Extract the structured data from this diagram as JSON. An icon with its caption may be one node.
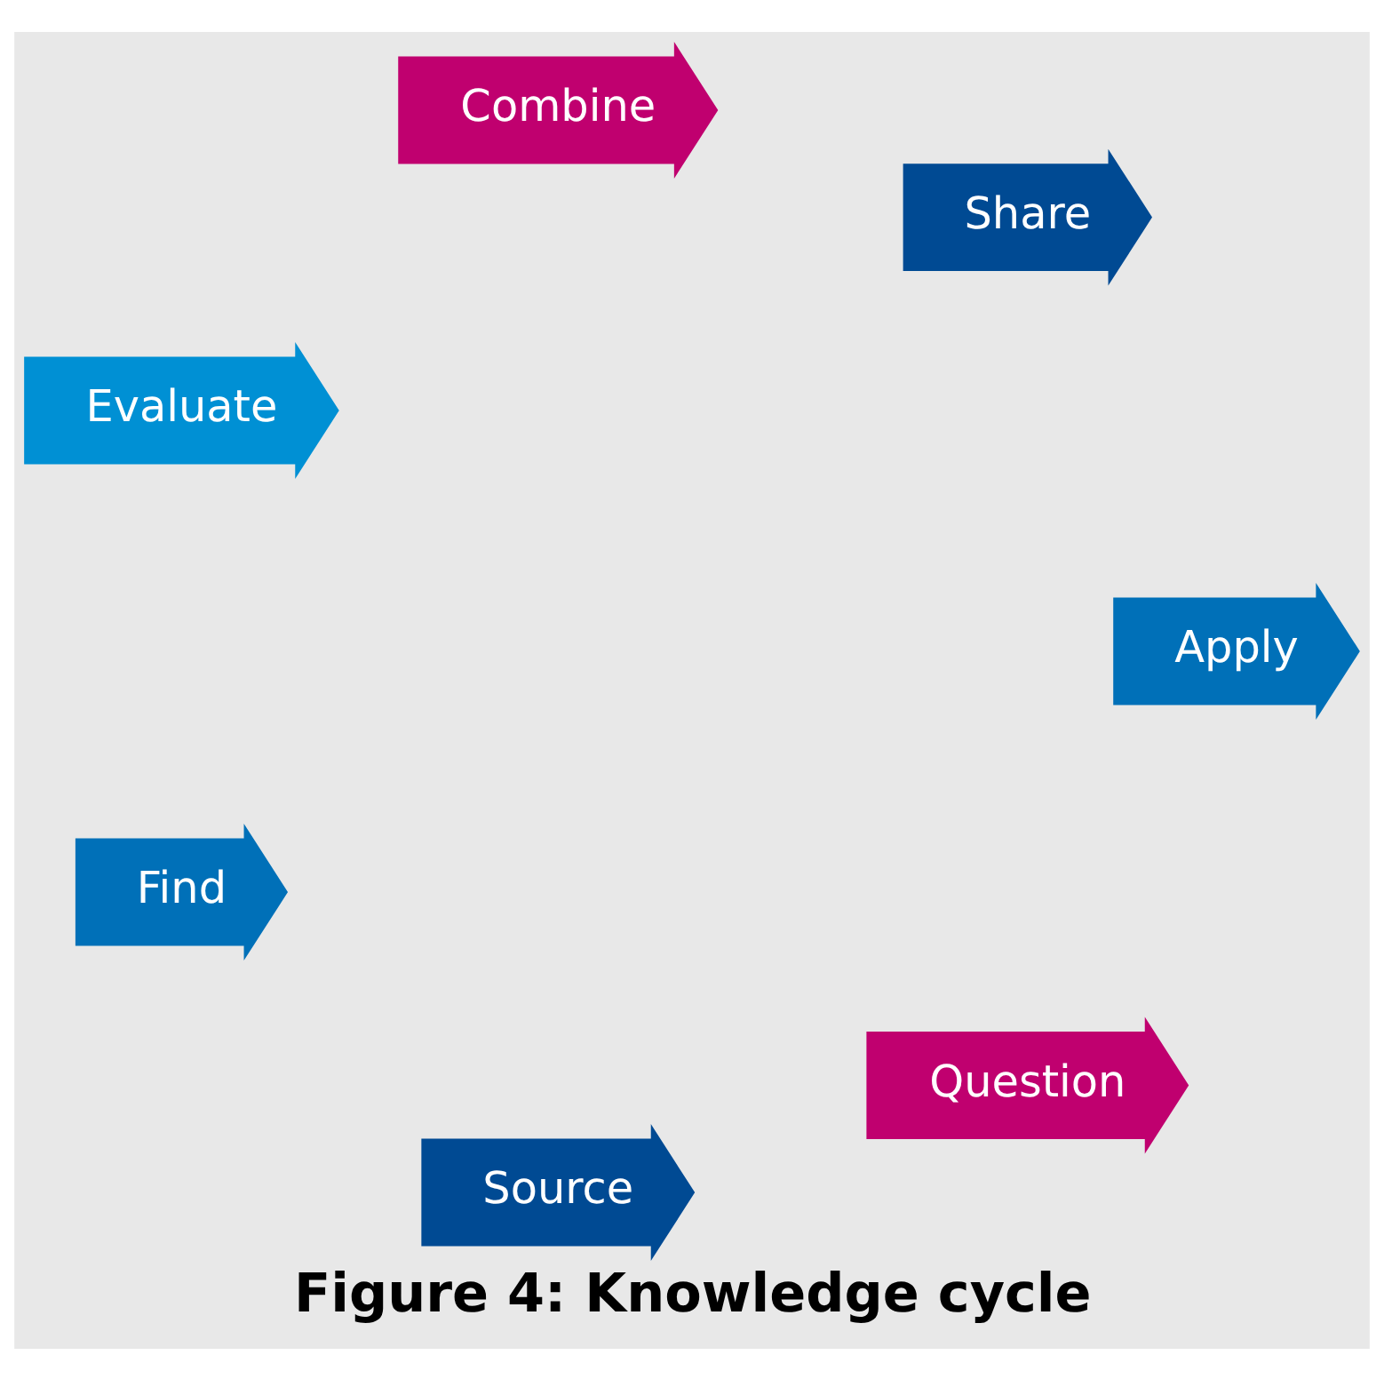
{
  "diagram": {
    "caption": "Figure 4: Knowledge cycle",
    "nodes": [
      {
        "text": [
          "Question"
        ]
      },
      {
        "text": [
          "Source"
        ]
      },
      {
        "text": [
          "Find"
        ]
      },
      {
        "text": [
          "Evaluate"
        ]
      },
      {
        "text": [
          "Combine"
        ]
      },
      {
        "text": [
          "Share"
        ]
      },
      {
        "text": [
          "Apply"
        ]
      }
    ]
  }
}
